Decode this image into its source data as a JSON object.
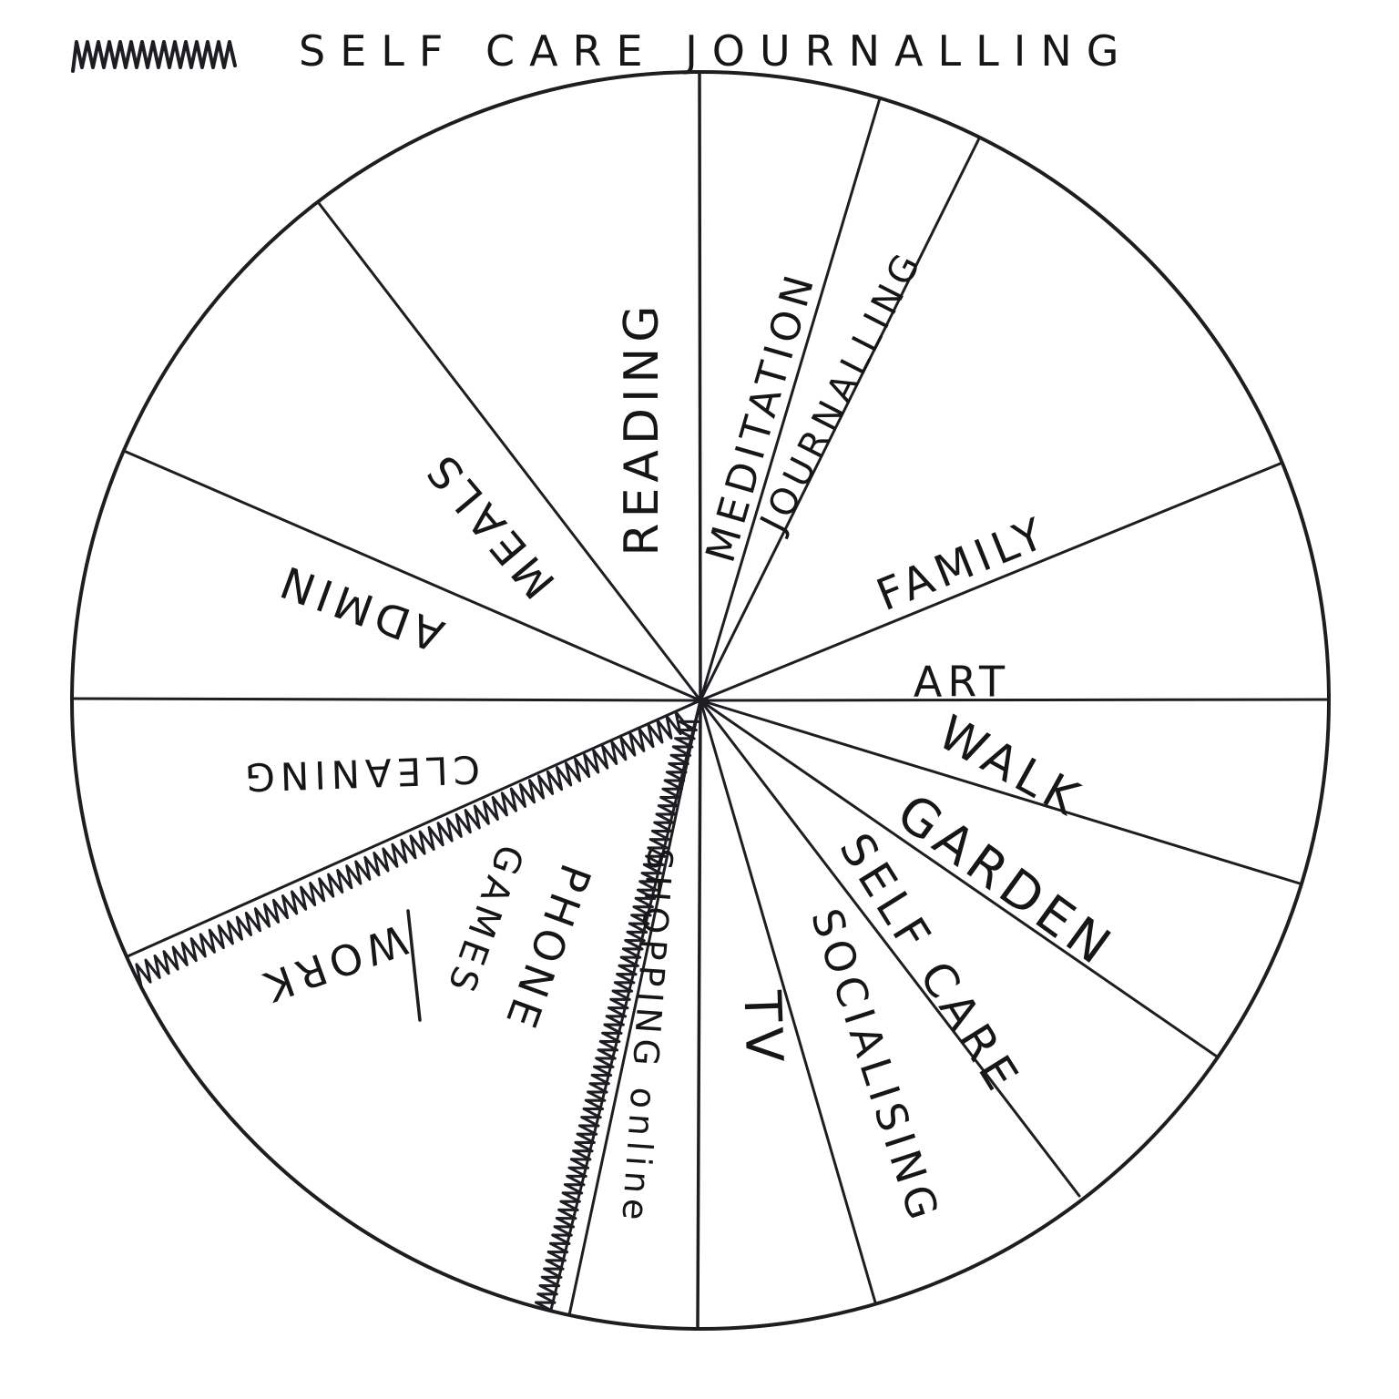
{
  "title": "SELF CARE JOURNALLING",
  "sections": [
    {
      "label": "READING"
    },
    {
      "label": "MEDITATION"
    },
    {
      "label": "JOURNALLING"
    },
    {
      "label": "FAMILY"
    },
    {
      "label": "ART"
    },
    {
      "label": "WALK"
    },
    {
      "label": "GARDEN"
    },
    {
      "label": "SELF CARE"
    },
    {
      "label": "SOCIALISING"
    },
    {
      "label": "TV"
    },
    {
      "label": "SHOPPING online"
    },
    {
      "label": "PHONE"
    },
    {
      "label": "GAMES"
    },
    {
      "label": "WORK"
    },
    {
      "label": "CLEANING"
    },
    {
      "label": "ADMIN"
    },
    {
      "label": "MEALS"
    }
  ],
  "colors": {
    "ink": "#1e1e22",
    "background": "#ffffff"
  }
}
